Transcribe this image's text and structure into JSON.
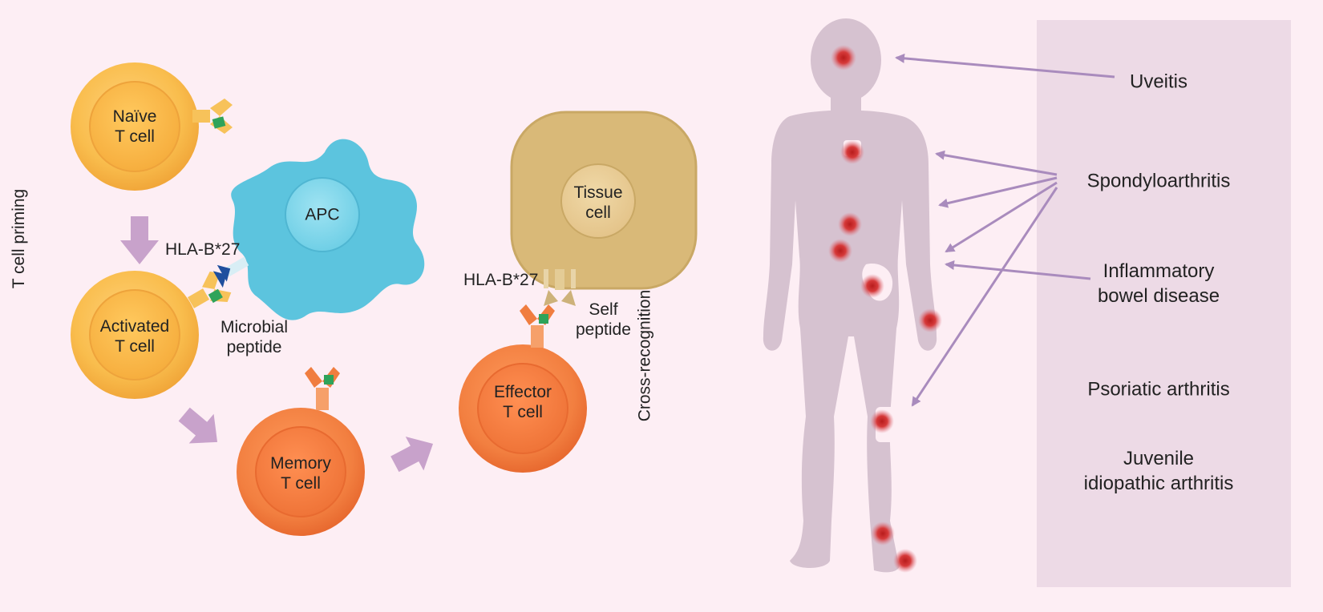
{
  "cells": {
    "naive": "Naïve\nT cell",
    "activated": "Activated\nT cell",
    "memory": "Memory\nT cell",
    "effector": "Effector\nT cell",
    "apc": "APC",
    "tissue": "Tissue\ncell"
  },
  "labels": {
    "hla_left": "HLA-B*27",
    "hla_right": "HLA-B*27",
    "microbial_peptide": "Microbial\npeptide",
    "self_peptide": "Self\npeptide",
    "t_cell_priming": "T cell priming",
    "cross_recognition": "Cross-recognition"
  },
  "diseases": [
    "Uveitis",
    "Spondyloarthritis",
    "Inflammatory\nbowel disease",
    "Psoriatic arthritis",
    "Juvenile\nidiopathic arthritis"
  ],
  "colors": {
    "background": "#fdeef4",
    "panel": "#eddae6",
    "arrow": "#c8a2cb",
    "line_arrow": "#a98bbd",
    "naive_cell": "#f7b84a",
    "effector_cell": "#f07d3f",
    "apc": "#5cc4de",
    "tissue_cell": "#d9b978",
    "body": "#d6c2d0",
    "inflammation": "#cc2a2a"
  },
  "icons": [
    "receptor-icon",
    "hla-icon",
    "inflammation-spot-icon"
  ]
}
